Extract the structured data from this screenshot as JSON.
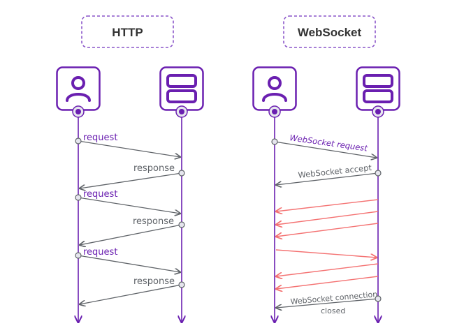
{
  "colors": {
    "purple": "#6a1fb0",
    "purple_light": "#9b6fd0",
    "gray": "#5f6368",
    "red": "#f47272",
    "box_border": "#8a55c9",
    "dot_fill": "#e6e6ee"
  },
  "icons": {
    "client": "user-icon",
    "server": "server-icon"
  },
  "http": {
    "title": "HTTP",
    "labels": {
      "request_1": "request",
      "response_1": "response",
      "request_2": "request",
      "response_2": "response",
      "request_3": "request",
      "response_3": "response"
    }
  },
  "websocket": {
    "title": "WebSocket",
    "labels": {
      "handshake_request": "WebSocket request",
      "handshake_accept": "WebSocket accept",
      "close_line1": "WebSocket connection",
      "close_line2": "closed"
    }
  }
}
